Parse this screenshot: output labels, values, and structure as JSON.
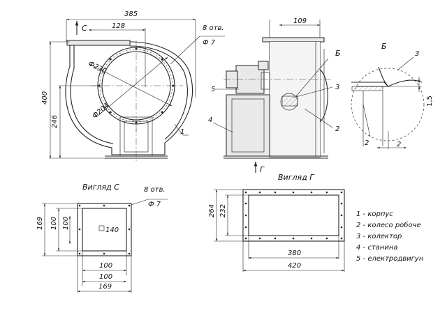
{
  "dimensions": {
    "overall_width": "385",
    "inlet_offset": "128",
    "height_total": "400",
    "height_axis": "246",
    "diameter_outer": "Ф230",
    "diameter_inner": "Ф204",
    "holes_top": "8 отв.",
    "hole_dia_top": "Ф 7",
    "side_width": "109",
    "detail_gap": "1,5",
    "detail_w1": "2",
    "detail_w2": "2",
    "flange_c_169_v": "169",
    "flange_c_100_v": "100",
    "flange_c_100_v2": "100",
    "flange_c_140": "140",
    "flange_c_100_h": "100",
    "flange_c_100_h2": "100",
    "flange_c_169_h": "169",
    "holes_c": "8 отв.",
    "hole_dia_c": "Ф 7",
    "flange_g_264": "264",
    "flange_g_232": "232",
    "flange_g_380": "380",
    "flange_g_420": "420"
  },
  "labels": {
    "section_c": "С",
    "section_g": "Г",
    "section_b": "Б",
    "detail_b": "Б",
    "view_c": "Вигляд С",
    "view_g": "Вигляд Г"
  },
  "callouts": {
    "front_1": "1",
    "side_2": "2",
    "side_3": "3",
    "side_4": "4",
    "side_5": "5",
    "detail_2": "2",
    "detail_3": "3"
  },
  "legend": [
    "1 - корпус",
    "2 - колесо робоче",
    "3 - колектор",
    "4 - станина",
    "5 - електродвигун"
  ]
}
